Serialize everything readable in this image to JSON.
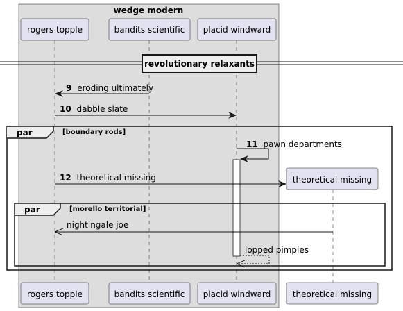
{
  "box": {
    "title": "wedge modern"
  },
  "participants": [
    {
      "id": "rogers",
      "label": "rogers topple"
    },
    {
      "id": "bandits",
      "label": "bandits scientific"
    },
    {
      "id": "placid",
      "label": "placid windward"
    },
    {
      "id": "theoretical",
      "label": "theoretical missing"
    }
  ],
  "divider": {
    "label": "revolutionary relaxants"
  },
  "messages": [
    {
      "num": "9",
      "text": "eroding ultimately"
    },
    {
      "num": "10",
      "text": "dabble slate"
    },
    {
      "num": "11",
      "text": "pawn departments"
    },
    {
      "num": "12",
      "text": "theoretical missing"
    },
    {
      "num": "",
      "text": "nightingale joe"
    },
    {
      "num": "",
      "text": "lopped pimples"
    }
  ],
  "fragments": [
    {
      "keyword": "par",
      "condition": "[boundary rods]"
    },
    {
      "keyword": "par",
      "condition": "[morello territorial]"
    }
  ],
  "colors": {
    "participant_fill": "#e2e2f0",
    "participant_stroke": "#181818",
    "box_fill": "#dddddd",
    "line": "#181818"
  }
}
